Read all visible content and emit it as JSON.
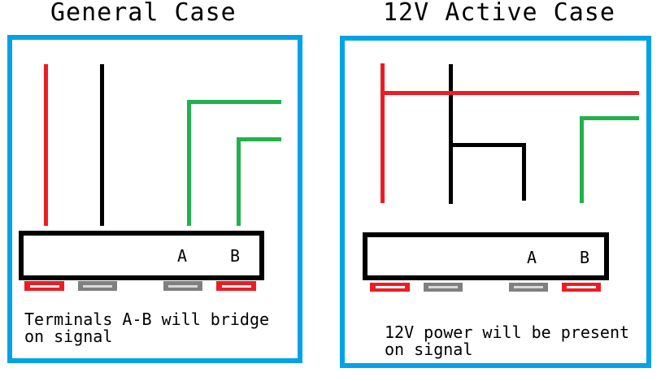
{
  "colors": {
    "panel_border": "#00A2E8",
    "wire_red": "#ED1C24",
    "wire_green": "#22B14C",
    "wire_black": "#000000",
    "connector_red": "#ED1C24",
    "connector_gray": "#808080",
    "stripe_white": "#FFFFFF",
    "stripe_gray": "#D9D9D9"
  },
  "panels": [
    {
      "title": "General Case",
      "terminal_a_label": "A",
      "terminal_b_label": "B",
      "caption_line1": "Terminals A-B will bridge",
      "caption_line2": "on signal"
    },
    {
      "title": "12V Active Case",
      "terminal_a_label": "A",
      "terminal_b_label": "B",
      "caption_line1": "12V power will be present",
      "caption_line2": "on signal"
    }
  ]
}
